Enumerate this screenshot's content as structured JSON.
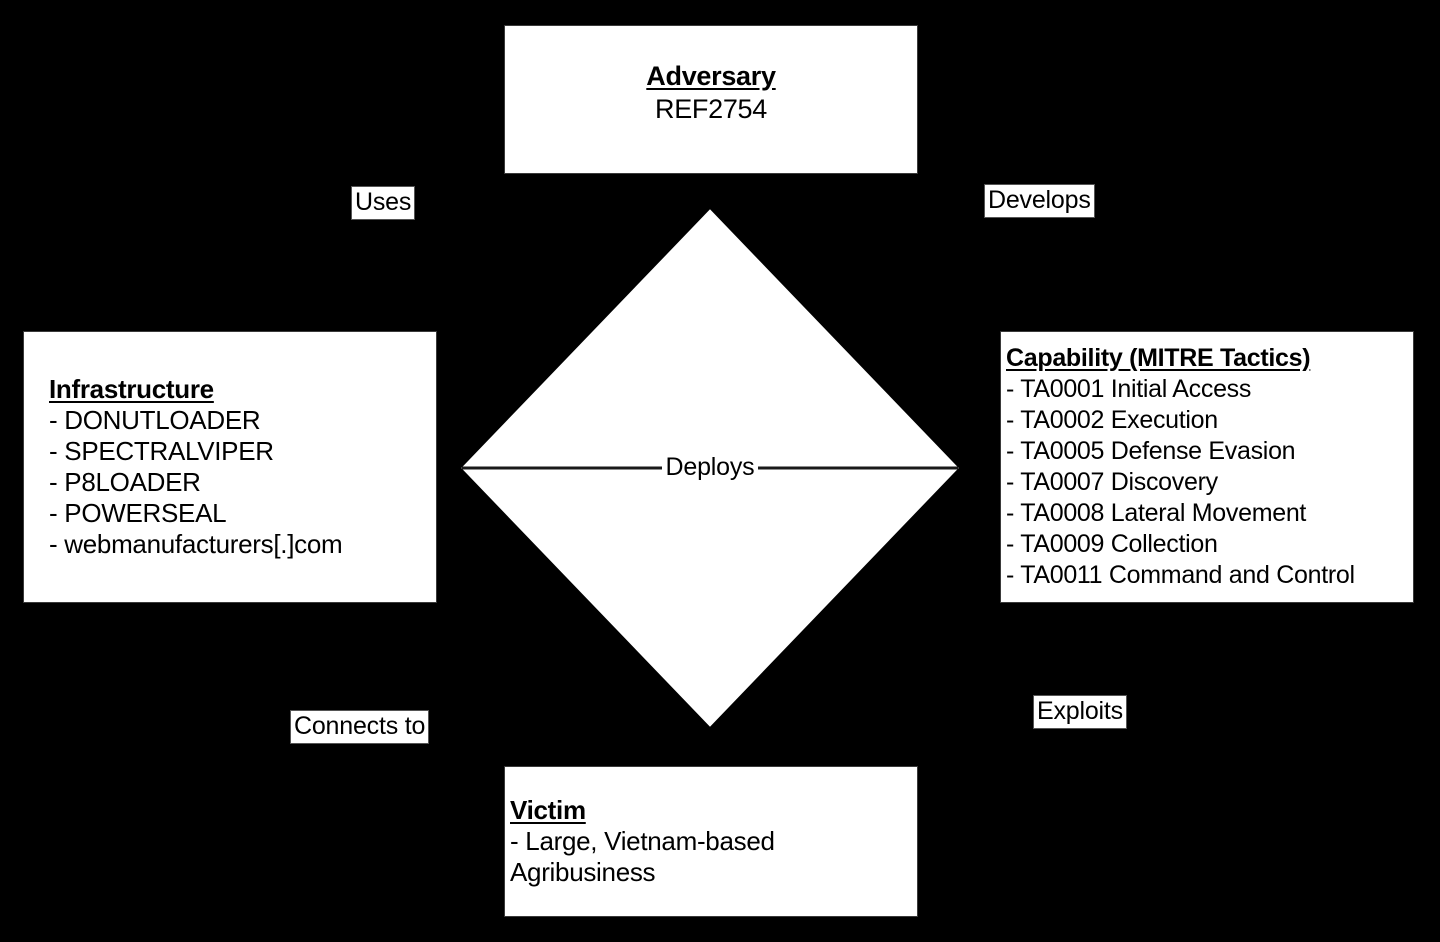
{
  "diagram": {
    "type": "diamond-model",
    "background_color": "#000000",
    "node_fill_color": "#ffffff",
    "text_color": "#000000"
  },
  "center": {
    "label": "Deploys"
  },
  "nodes": {
    "adversary": {
      "title": "Adversary",
      "lines": [
        "REF2754"
      ]
    },
    "infrastructure": {
      "title": "Infrastructure",
      "lines": [
        "- DONUTLOADER",
        "- SPECTRALVIPER",
        "- P8LOADER",
        "- POWERSEAL",
        "- webmanufacturers[.]com"
      ]
    },
    "capability": {
      "title": "Capability (MITRE Tactics)",
      "lines": [
        "- TA0001 Initial Access",
        "- TA0002 Execution",
        "- TA0005 Defense Evasion",
        "- TA0007 Discovery",
        "- TA0008 Lateral Movement",
        "- TA0009 Collection",
        "- TA0011 Command and Control"
      ]
    },
    "victim": {
      "title": "Victim",
      "lines": [
        " - Large, Vietnam-based Agribusiness"
      ]
    }
  },
  "edges": {
    "uses": "Uses",
    "develops": "Develops",
    "connects_to": "Connects to",
    "exploits": "Exploits"
  }
}
